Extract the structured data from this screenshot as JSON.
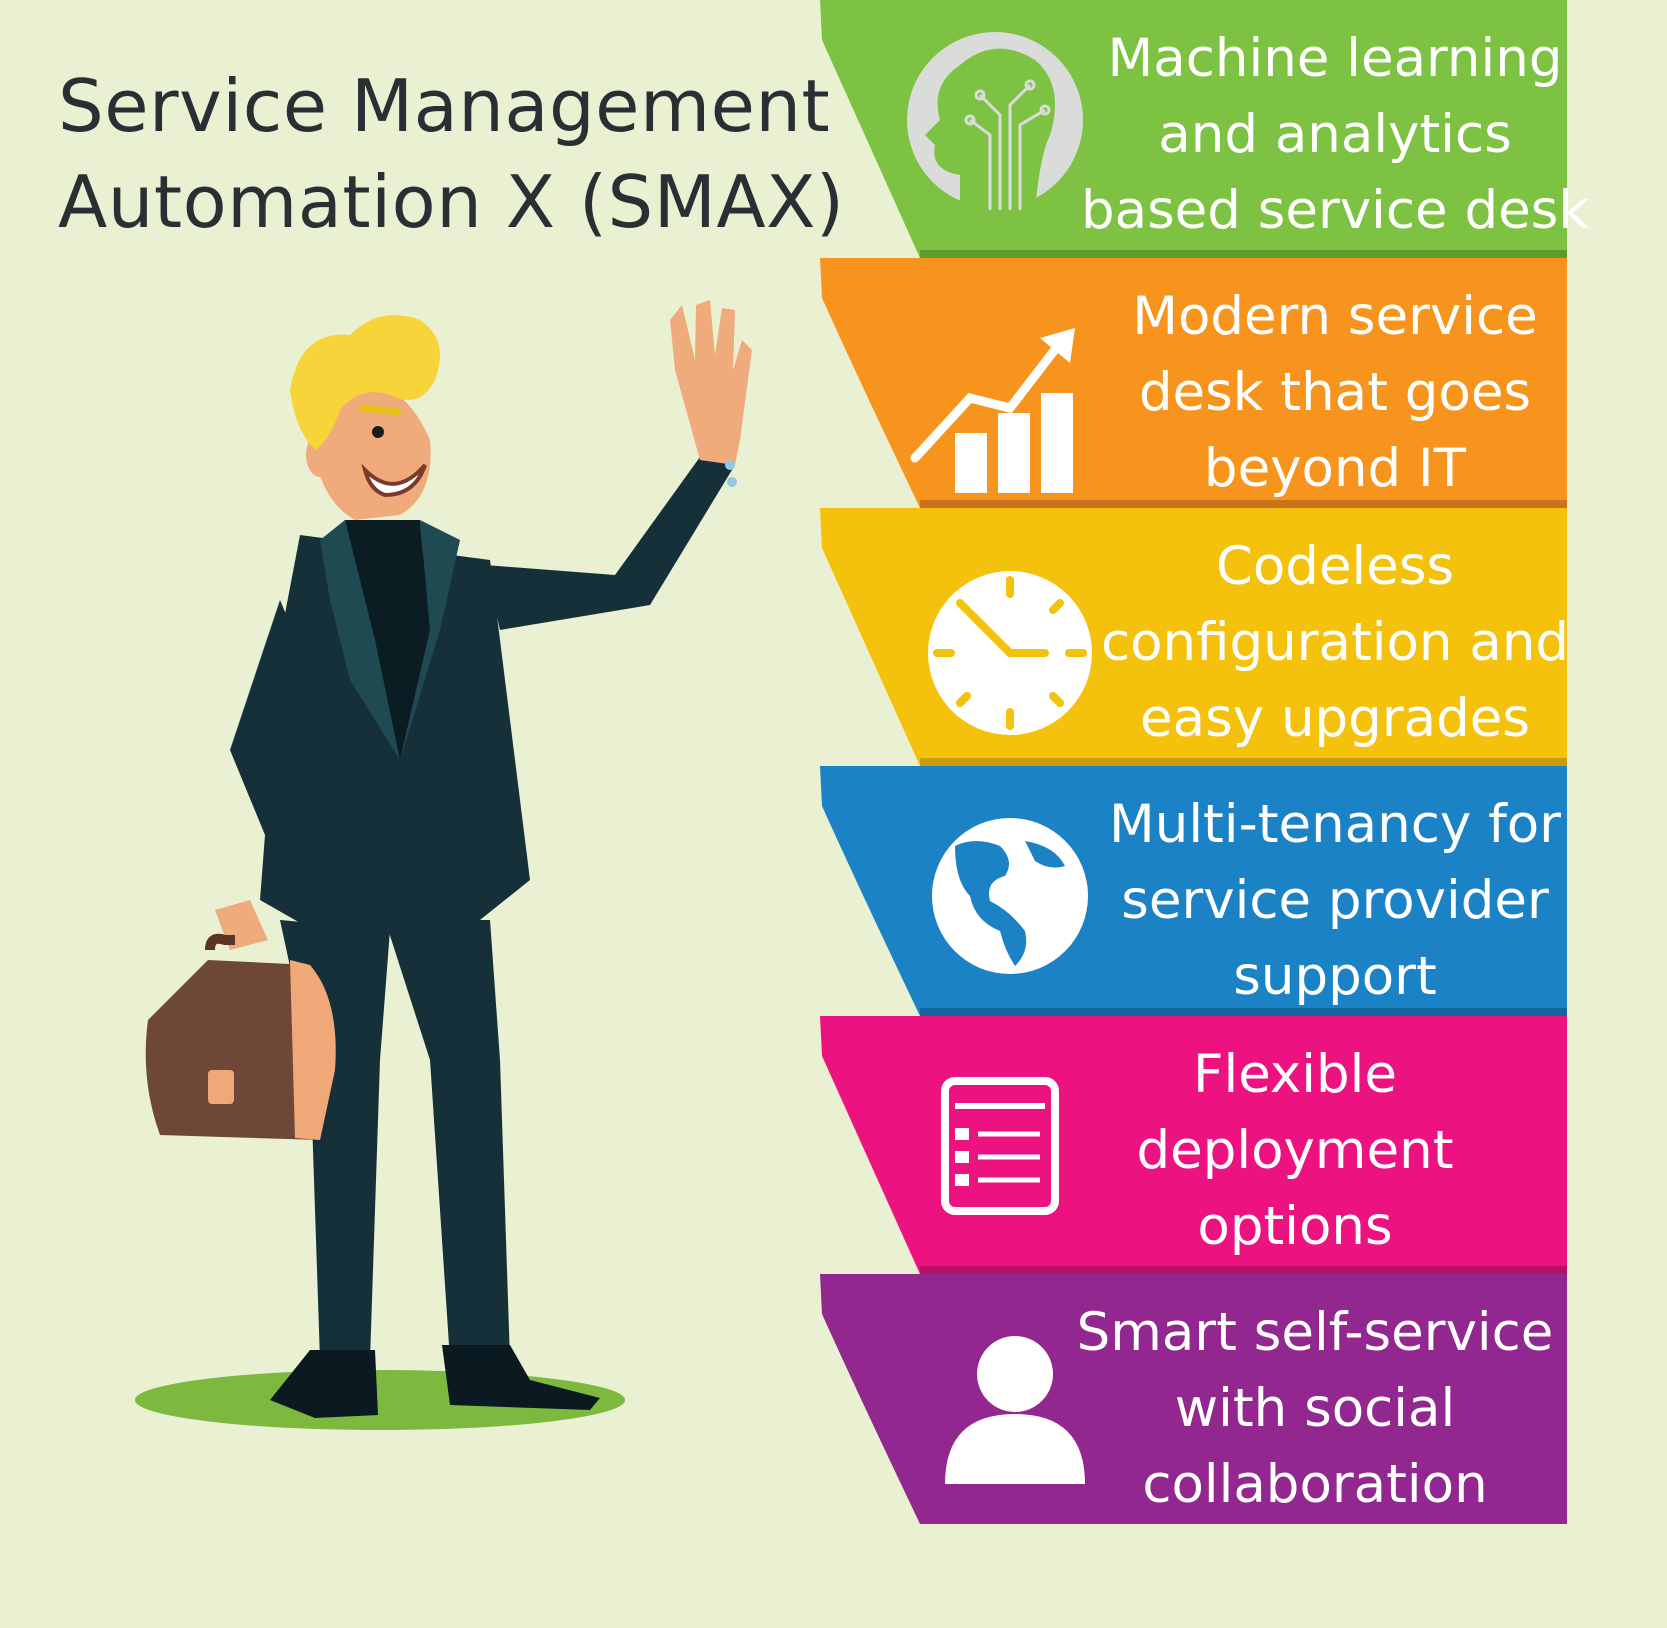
{
  "title": {
    "line1": "Service Management",
    "line2": "Automation X (SMAX)"
  },
  "features": [
    {
      "lines": [
        "Machine learning",
        "and analytics",
        "based service desk"
      ],
      "color": "#7dc242",
      "shade": "#5f9a2f",
      "icon": "brain-circuit-icon"
    },
    {
      "lines": [
        "Modern service",
        "desk that goes",
        "beyond IT"
      ],
      "color": "#f7941d",
      "shade": "#c9731a",
      "icon": "growth-chart-icon"
    },
    {
      "lines": [
        "Codeless",
        "configuration and",
        "easy upgrades"
      ],
      "color": "#f4c20d",
      "shade": "#c79d0b",
      "icon": "clock-icon"
    },
    {
      "lines": [
        "Multi-tenancy for",
        "service provider",
        "support"
      ],
      "color": "#1b82c5",
      "shade": "#14659a",
      "icon": "globe-icon"
    },
    {
      "lines": [
        "Flexible",
        "deployment",
        "options"
      ],
      "color": "#ec1380",
      "shade": "#b80e63",
      "icon": "checklist-icon"
    },
    {
      "lines": [
        "Smart self-service",
        "with social",
        "collaboration"
      ],
      "color": "#92278f",
      "shade": "#6e1d6c",
      "icon": "user-icon"
    }
  ],
  "background_color": "#eaf1d3"
}
